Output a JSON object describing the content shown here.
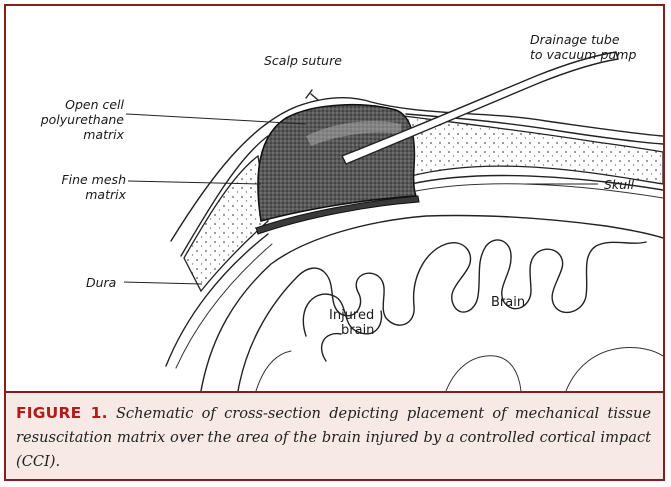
{
  "figure": {
    "labels": {
      "scalp_suture": "Scalp suture",
      "drainage_tube_line1": "Drainage tube",
      "drainage_tube_line2": "to vacuum pump",
      "open_cell_line1": "Open cell",
      "open_cell_line2": "polyurethane",
      "open_cell_line3": "matrix",
      "skull": "Skull",
      "fine_mesh_line1": "Fine mesh",
      "fine_mesh_line2": "matrix",
      "dura": "Dura",
      "injured_brain_line1": "Injured",
      "injured_brain_line2": "brain",
      "brain": "Brain"
    }
  },
  "caption": {
    "label": "FIGURE 1.",
    "text": "Schematic of cross-section depicting placement of mechanical tissue resuscitation matrix over the area of the brain injured by a controlled cortical impact (CCI)."
  },
  "colors": {
    "frame": "#8a1c1c",
    "caption_bg": "#f7e9e6",
    "caption_label": "#b01c1c"
  }
}
